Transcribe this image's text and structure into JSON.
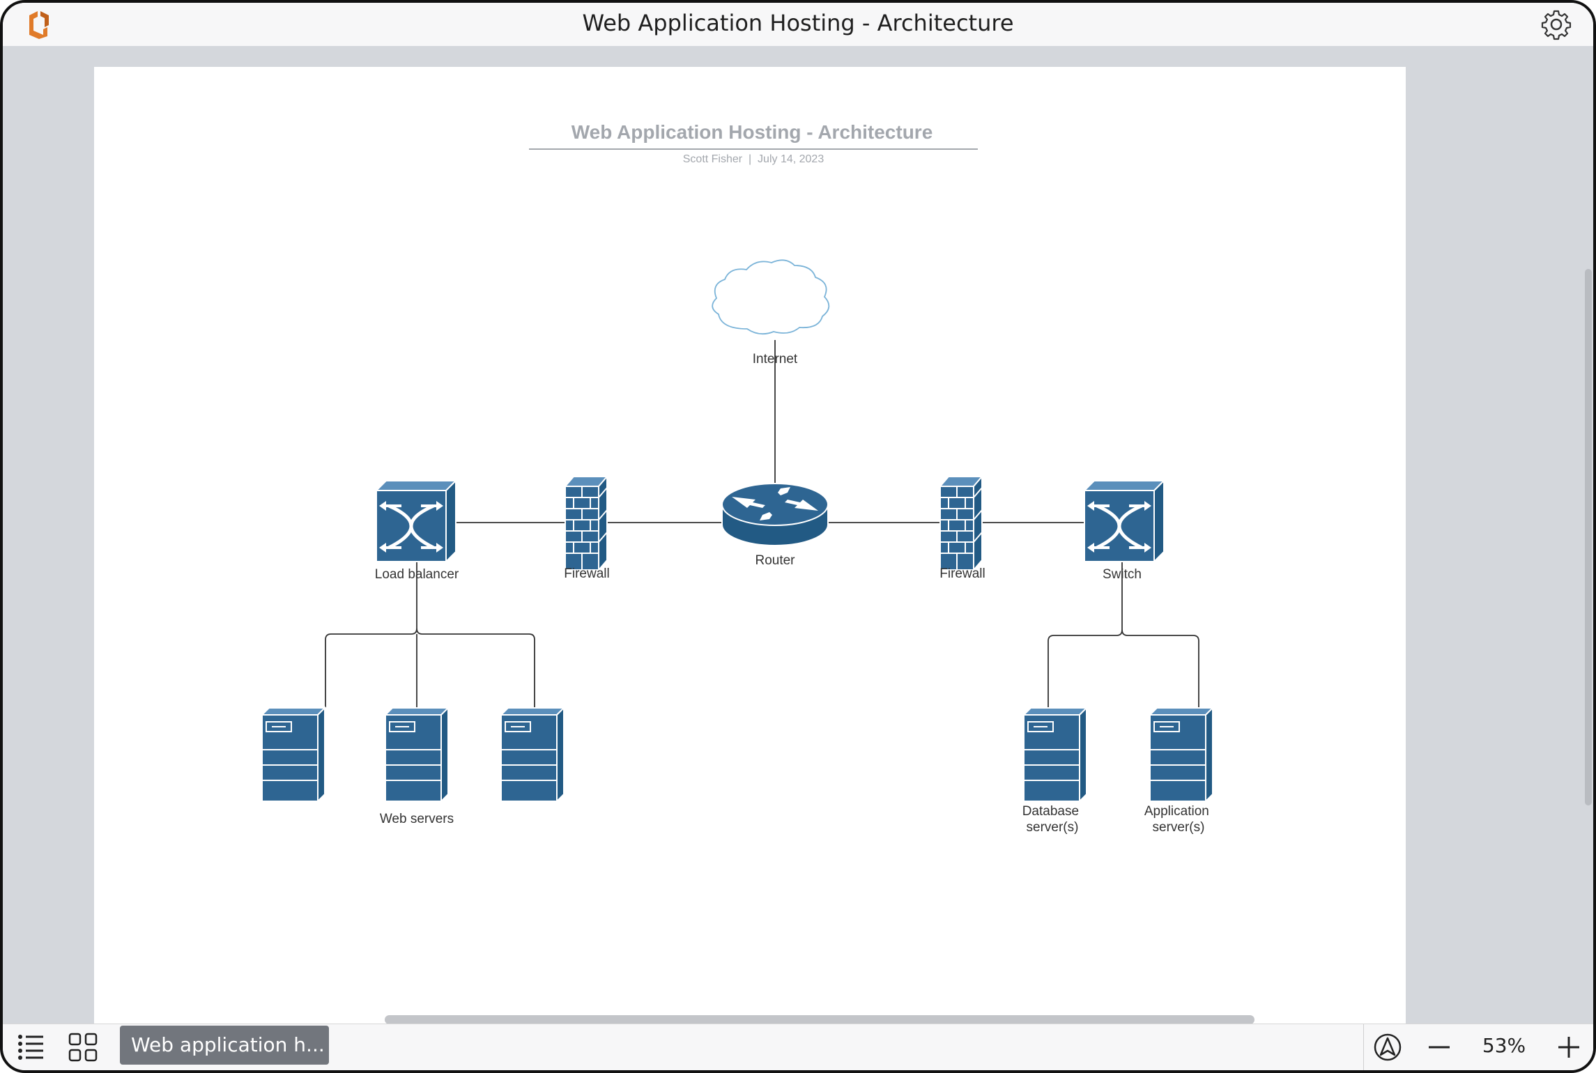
{
  "window": {
    "title": "Web Application Hosting - Architecture"
  },
  "document": {
    "title": "Web Application Hosting - Architecture",
    "author": "Scott Fisher",
    "date": "July 14, 2023",
    "meta_separator": "|"
  },
  "diagram": {
    "internet_label": "Internet",
    "router_label": "Router",
    "firewall_left_label": "Firewall",
    "firewall_right_label": "Firewall",
    "load_balancer_label": "Load balancer",
    "switch_label": "Switch",
    "web_servers_label": "Web servers",
    "database_servers_label": [
      "Database",
      "server(s)"
    ],
    "application_servers_label": [
      "Application",
      "server(s)"
    ],
    "icon_color": "#2e6592"
  },
  "bottom_bar": {
    "page_tab_label": "Web application h...",
    "zoom_level": "53%"
  },
  "icons": {
    "app_logo": "app-logo-icon",
    "settings": "gear-icon",
    "page_list": "list-icon",
    "grid_view": "grid-icon",
    "navigate": "navigation-icon",
    "zoom_out": "minus-icon",
    "zoom_in": "plus-icon"
  }
}
